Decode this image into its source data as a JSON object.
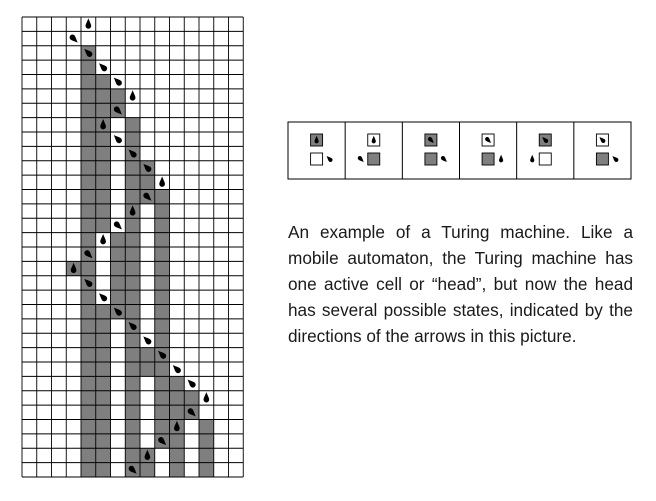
{
  "caption": "An example of a Turing machine. Like a mobile automaton, the Turing machine has one active cell or “head”, but now the head has several possible states, indicated by the directions of the arrows in this picture.",
  "colors": {
    "gray_cell": "#7f7f7f",
    "white_cell": "#ffffff",
    "grid_line": "#000000",
    "head": "#000000"
  },
  "evolution": {
    "columns": 15,
    "steps": [
      {
        "gray": [],
        "head": {
          "col": 4,
          "dir": "down"
        }
      },
      {
        "gray": [],
        "head": {
          "col": 3,
          "dir": "up-left"
        }
      },
      {
        "gray": [
          4
        ],
        "head": {
          "col": 4,
          "dir": "down-right"
        }
      },
      {
        "gray": [
          4
        ],
        "head": {
          "col": 5,
          "dir": "down-right"
        }
      },
      {
        "gray": [
          4,
          5
        ],
        "head": {
          "col": 6,
          "dir": "down-right"
        }
      },
      {
        "gray": [
          4,
          5,
          6
        ],
        "head": {
          "col": 7,
          "dir": "down"
        }
      },
      {
        "gray": [
          4,
          5,
          6
        ],
        "head": {
          "col": 6,
          "dir": "up-left"
        }
      },
      {
        "gray": [
          4,
          5,
          7
        ],
        "head": {
          "col": 5,
          "dir": "down"
        }
      },
      {
        "gray": [
          4,
          5,
          7
        ],
        "head": {
          "col": 6,
          "dir": "down-right"
        }
      },
      {
        "gray": [
          4,
          5,
          7
        ],
        "head": {
          "col": 7,
          "dir": "down-right"
        }
      },
      {
        "gray": [
          4,
          5,
          7,
          8
        ],
        "head": {
          "col": 8,
          "dir": "down-right"
        }
      },
      {
        "gray": [
          4,
          5,
          7,
          8
        ],
        "head": {
          "col": 9,
          "dir": "down"
        }
      },
      {
        "gray": [
          4,
          5,
          7,
          8,
          9
        ],
        "head": {
          "col": 8,
          "dir": "up-left"
        }
      },
      {
        "gray": [
          4,
          5,
          7,
          9
        ],
        "head": {
          "col": 7,
          "dir": "down"
        }
      },
      {
        "gray": [
          4,
          5,
          7,
          9
        ],
        "head": {
          "col": 6,
          "dir": "up-left"
        }
      },
      {
        "gray": [
          4,
          6,
          7,
          9
        ],
        "head": {
          "col": 5,
          "dir": "down"
        }
      },
      {
        "gray": [
          4,
          6,
          7,
          9
        ],
        "head": {
          "col": 4,
          "dir": "up-left"
        }
      },
      {
        "gray": [
          3,
          4,
          6,
          7,
          9
        ],
        "head": {
          "col": 3,
          "dir": "down"
        }
      },
      {
        "gray": [
          4,
          6,
          7,
          9
        ],
        "head": {
          "col": 4,
          "dir": "down-right"
        }
      },
      {
        "gray": [
          4,
          6,
          7,
          9
        ],
        "head": {
          "col": 5,
          "dir": "down-right"
        }
      },
      {
        "gray": [
          4,
          5,
          6,
          7,
          9
        ],
        "head": {
          "col": 6,
          "dir": "down-right"
        }
      },
      {
        "gray": [
          4,
          5,
          7,
          9
        ],
        "head": {
          "col": 7,
          "dir": "down-right"
        }
      },
      {
        "gray": [
          4,
          5,
          7,
          9
        ],
        "head": {
          "col": 8,
          "dir": "down-right"
        }
      },
      {
        "gray": [
          4,
          5,
          7,
          8,
          9
        ],
        "head": {
          "col": 9,
          "dir": "down-right"
        }
      },
      {
        "gray": [
          4,
          5,
          7,
          8,
          9
        ],
        "head": {
          "col": 10,
          "dir": "down-right"
        }
      },
      {
        "gray": [
          4,
          5,
          7,
          9,
          10
        ],
        "head": {
          "col": 11,
          "dir": "down-right"
        }
      },
      {
        "gray": [
          4,
          5,
          7,
          9,
          10,
          11
        ],
        "head": {
          "col": 12,
          "dir": "down"
        }
      },
      {
        "gray": [
          4,
          5,
          7,
          9,
          10,
          11
        ],
        "head": {
          "col": 11,
          "dir": "up-left"
        }
      },
      {
        "gray": [
          4,
          5,
          7,
          9,
          10,
          12
        ],
        "head": {
          "col": 10,
          "dir": "down"
        }
      },
      {
        "gray": [
          4,
          5,
          7,
          9,
          10,
          12
        ],
        "head": {
          "col": 9,
          "dir": "up-left"
        }
      },
      {
        "gray": [
          4,
          5,
          7,
          8,
          10,
          12
        ],
        "head": {
          "col": 8,
          "dir": "down"
        }
      },
      {
        "gray": [
          4,
          5,
          7,
          8,
          10,
          12
        ],
        "head": {
          "col": 7,
          "dir": "up-left"
        }
      }
    ]
  },
  "rules": [
    {
      "top": {
        "fill": "gray",
        "head": "down"
      },
      "bottom": {
        "fill": "white",
        "head": "down-right",
        "pos": "right"
      }
    },
    {
      "top": {
        "fill": "white",
        "head": "down"
      },
      "bottom": {
        "fill": "gray",
        "head": "up-left",
        "pos": "left"
      }
    },
    {
      "top": {
        "fill": "gray",
        "head": "up-left"
      },
      "bottom": {
        "fill": "gray",
        "head": "up-left",
        "pos": "right"
      }
    },
    {
      "top": {
        "fill": "white",
        "head": "up-left"
      },
      "bottom": {
        "fill": "gray",
        "head": "down",
        "pos": "right"
      }
    },
    {
      "top": {
        "fill": "gray",
        "head": "down-right"
      },
      "bottom": {
        "fill": "white",
        "head": "down",
        "pos": "left"
      }
    },
    {
      "top": {
        "fill": "white",
        "head": "down-right"
      },
      "bottom": {
        "fill": "gray",
        "head": "down-right",
        "pos": "right"
      }
    }
  ]
}
